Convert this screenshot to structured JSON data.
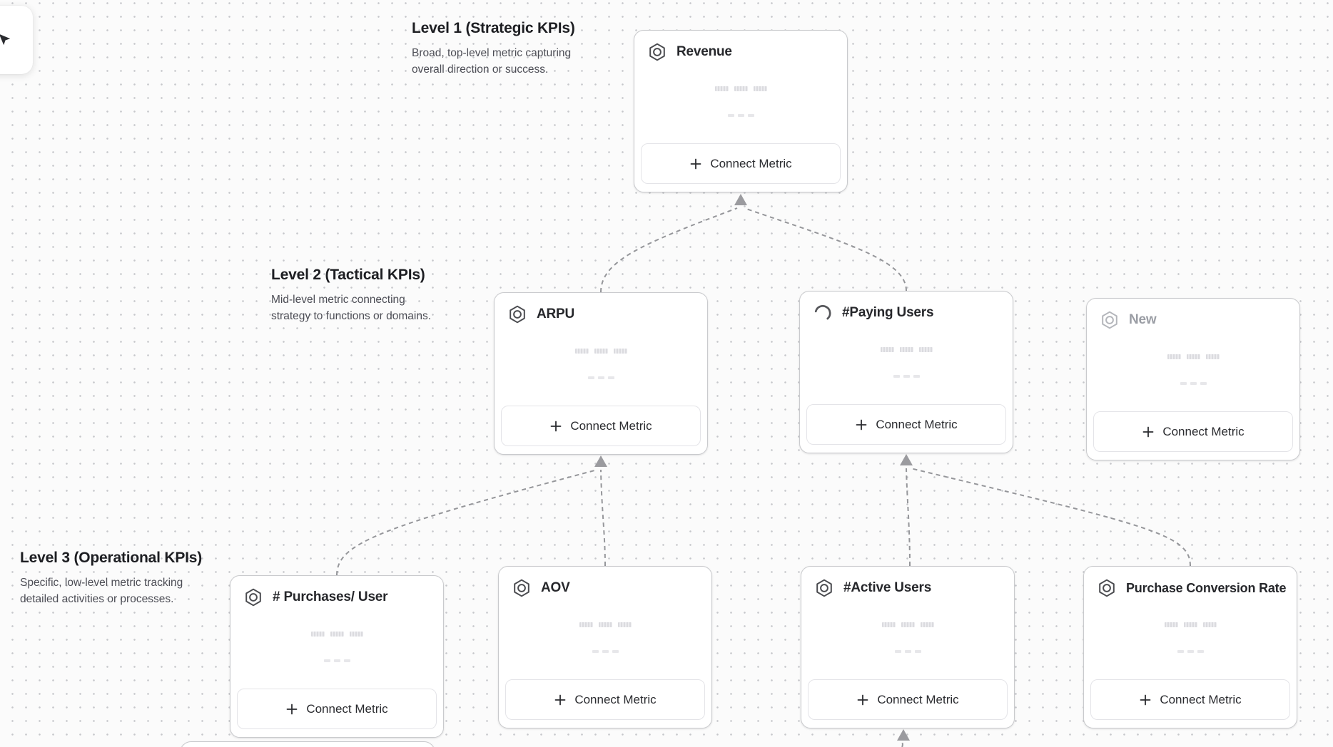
{
  "ui": {
    "connect_metric_label": "Connect Metric"
  },
  "colors": {
    "canvas_bg": "#fbfbfb",
    "grid_dot": "#c6c7cb",
    "card_border": "#c9cacd",
    "connector": "#95969a",
    "arrowhead": "#9b9b9f",
    "title_text": "#26272b",
    "desc_text": "#4c4d55",
    "draft_text": "#9a9da4",
    "skeleton": "#e6e6e9"
  },
  "levels": [
    {
      "title": "Level 1 (Strategic KPIs)",
      "desc1": "Broad, top-level metric capturing",
      "desc2": "overall direction or success."
    },
    {
      "title": "Level 2 (Tactical KPIs)",
      "desc1": "Mid-level metric connecting",
      "desc2": "strategy to functions or domains."
    },
    {
      "title": "Level 3 (Operational KPIs)",
      "desc1": "Specific, low-level metric tracking",
      "desc2": "detailed activities or processes."
    }
  ],
  "cards": [
    {
      "title": "Revenue",
      "icon": "hexagon-metric-icon",
      "state": "normal"
    },
    {
      "title": "ARPU",
      "icon": "hexagon-metric-icon",
      "state": "normal"
    },
    {
      "title": "#Paying Users",
      "icon": "spinner-icon",
      "state": "loading"
    },
    {
      "title": "New",
      "icon": "hexagon-metric-icon",
      "state": "draft"
    },
    {
      "title": "# Purchases/ User",
      "icon": "hexagon-metric-icon",
      "state": "normal"
    },
    {
      "title": "AOV",
      "icon": "hexagon-metric-icon",
      "state": "normal"
    },
    {
      "title": "#Active Users",
      "icon": "hexagon-metric-icon",
      "state": "normal"
    },
    {
      "title": "Purchase Conversion Rate",
      "icon": "hexagon-metric-icon",
      "state": "normal"
    }
  ]
}
